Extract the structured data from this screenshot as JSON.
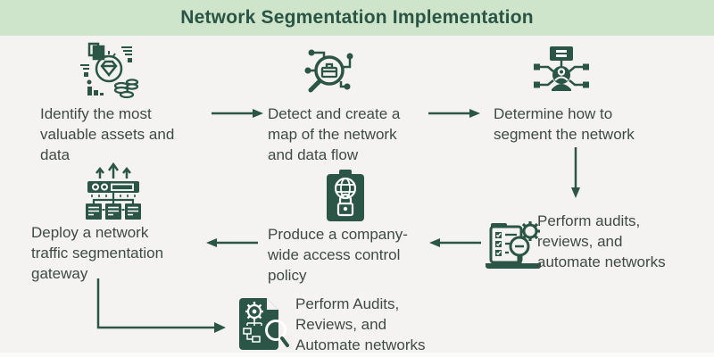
{
  "header": {
    "title": "Network Segmentation Implementation"
  },
  "colors": {
    "banner_bg": "#cfe5cb",
    "banner_text": "#2a5443",
    "icon_green": "#2b5546",
    "arrow_green": "#2b5546",
    "body_text": "#3f4a46",
    "page_bg": "#f4f3f1"
  },
  "steps": [
    {
      "order": 1,
      "icon": "valuable-assets-icon",
      "label": "Identify the most\nvaluable assets and\ndata"
    },
    {
      "order": 2,
      "icon": "network-map-search-icon",
      "label": "Detect and create a\nmap of the network\nand data flow"
    },
    {
      "order": 3,
      "icon": "segment-network-icon",
      "label": "Determine how to\nsegment the network"
    },
    {
      "order": 4,
      "icon": "audit-laptop-icon",
      "label": "Perform audits,\nreviews, and\nautomate networks"
    },
    {
      "order": 5,
      "icon": "access-policy-clipboard-icon",
      "label": "Produce a company-\nwide access control\npolicy"
    },
    {
      "order": 6,
      "icon": "segmentation-gateway-icon",
      "label": "Deploy a network\ntraffic segmentation\ngateway"
    },
    {
      "order": 7,
      "icon": "automate-audit-document-icon",
      "label": "Perform Audits,\nReviews, and\nAutomate networks"
    }
  ]
}
